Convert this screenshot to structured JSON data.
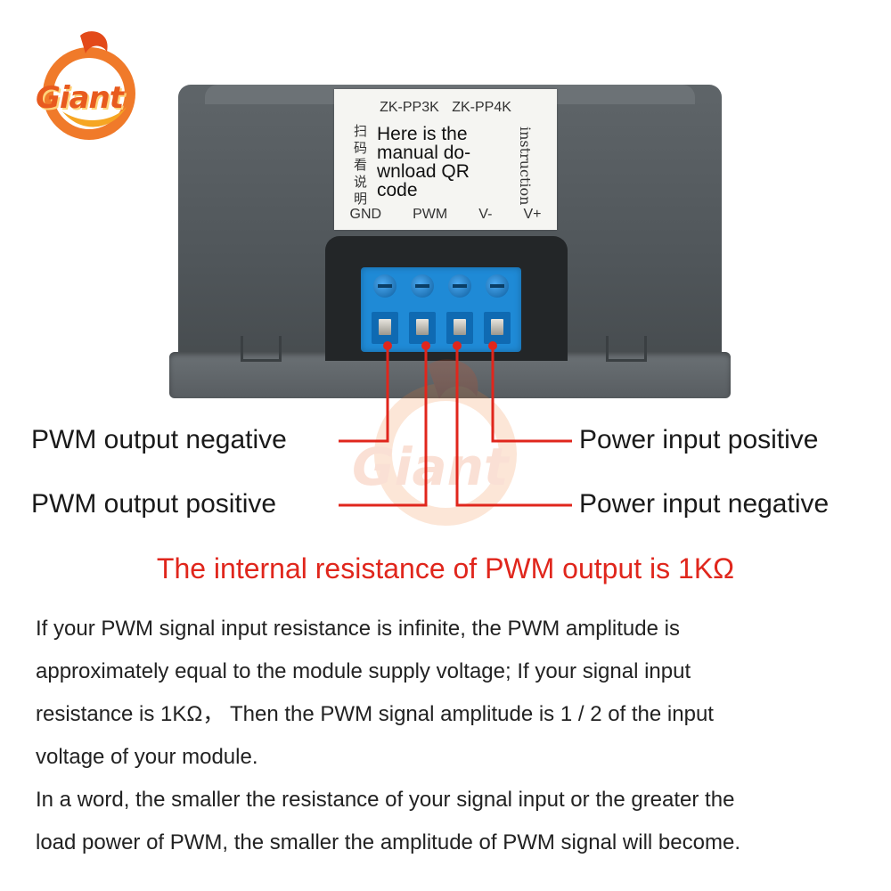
{
  "brand": {
    "logo_text": "Giant",
    "watermark_text": "Giant"
  },
  "device": {
    "sticker": {
      "models": "ZK-PP3K ZK-PP4K",
      "chinese": "扫码看说明",
      "main_text": "Here is the manual do-wnload QR code",
      "side_text": "instruction",
      "pins": [
        "GND",
        "PWM",
        "V-",
        "V+"
      ]
    }
  },
  "callouts": {
    "pwm_out_neg": "PWM output negative",
    "pwm_out_pos": "PWM output positive",
    "power_in_pos": "Power input positive",
    "power_in_neg": "Power input negative"
  },
  "colors": {
    "accent_red": "#e0261c",
    "terminal_blue": "#1f8ad6",
    "device_gray": "#585d61"
  },
  "note": "The internal resistance of PWM output is 1KΩ",
  "paragraphs": [
    "If your PWM signal input resistance is infinite, the PWM amplitude is",
    "approximately equal to the module supply voltage; If your signal input",
    "resistance is 1KΩ，  Then the PWM signal amplitude is 1 / 2 of the input",
    "voltage of your module.",
    "In a word, the smaller the resistance of your signal input or the greater the",
    "load power of PWM, the smaller the amplitude of PWM signal will become."
  ]
}
